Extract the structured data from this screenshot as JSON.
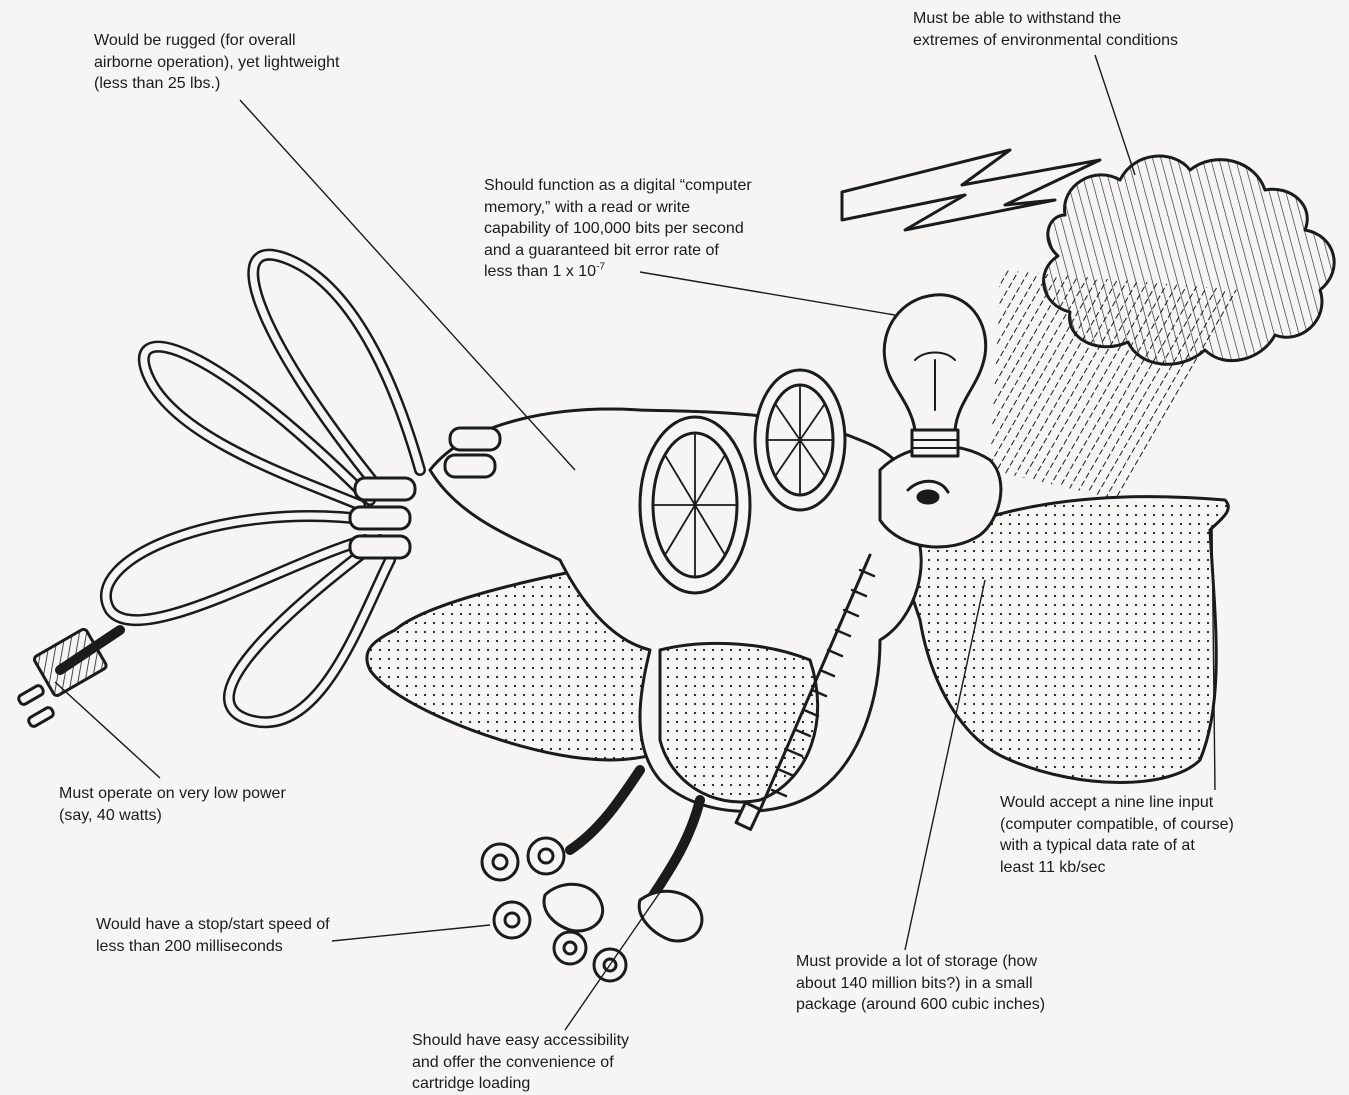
{
  "annotations": {
    "weight": {
      "lines": [
        "Would be rugged (for overall",
        "airborne operation), yet lightweight",
        "(less than 25 lbs.)"
      ]
    },
    "environment": {
      "lines": [
        "Must be able to withstand the",
        "extremes of environmental conditions"
      ]
    },
    "memory": {
      "lines": [
        "Should function as a digital “computer",
        "memory,” with a read or write",
        "capability of 100,000 bits per second",
        "and a guaranteed bit error rate of"
      ],
      "last_line_prefix": "less than 1 x 10",
      "last_line_exponent": "-7"
    },
    "power": {
      "lines": [
        "Must operate on very low power",
        "(say, 40 watts)"
      ]
    },
    "input": {
      "lines": [
        "Would accept a nine line input",
        "(computer compatible, of course)",
        "with a typical data rate of at",
        "least 11 kb/sec"
      ]
    },
    "speed": {
      "lines": [
        "Would have a stop/start speed of",
        "less than 200 milliseconds"
      ]
    },
    "storage": {
      "lines": [
        "Must provide a lot of storage (how",
        "about 140 million bits?) in a small",
        "package (around 600 cubic inches)"
      ]
    },
    "access": {
      "lines": [
        "Should have easy accessibility",
        "and offer the convenience of",
        "cartridge loading"
      ]
    }
  },
  "colors": {
    "ink": "#1b1b1b",
    "paper": "#f6f5f3"
  },
  "illustration": {
    "subject": "cartoon creature-machine with wings, wheels, light bulb, plug, zipper and feet",
    "icons": [
      "lightning-bolt-icon",
      "storm-cloud-icon",
      "light-bulb-icon",
      "power-plug-icon",
      "tape-reel-icon",
      "zipper-icon"
    ]
  }
}
